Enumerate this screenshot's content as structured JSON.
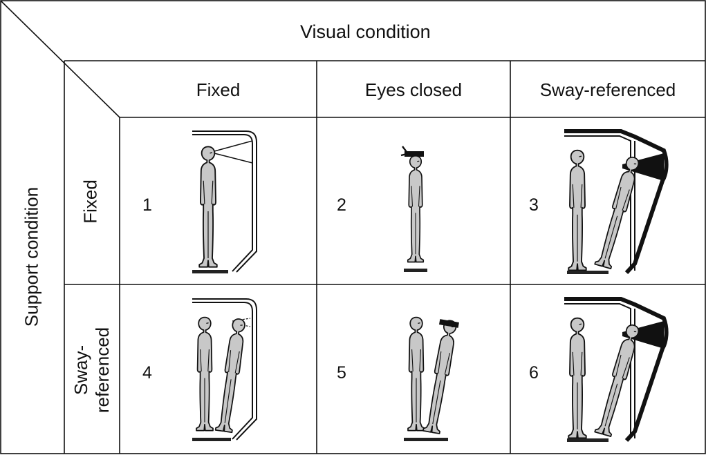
{
  "header": {
    "visual_condition": "Visual condition",
    "support_condition": "Support condition"
  },
  "columns": [
    {
      "label": "Fixed"
    },
    {
      "label": "Eyes closed"
    },
    {
      "label": "Sway-referenced"
    }
  ],
  "rows": [
    {
      "line1": "Fixed",
      "line2": ""
    },
    {
      "line1": "Sway-",
      "line2": "referenced"
    }
  ],
  "cells": [
    {
      "number": "1",
      "figure": "single-figure-fixed-surround"
    },
    {
      "number": "2",
      "figure": "single-figure-blindfolded"
    },
    {
      "number": "3",
      "figure": "two-figures-sway-surround"
    },
    {
      "number": "4",
      "figure": "two-figures-fixed-surround"
    },
    {
      "number": "5",
      "figure": "two-figures-blindfolded"
    },
    {
      "number": "6",
      "figure": "two-figures-sway-surround"
    }
  ],
  "colors": {
    "line": "#111111",
    "figure_fill": "#c8c8c8",
    "background": "#ffffff"
  }
}
